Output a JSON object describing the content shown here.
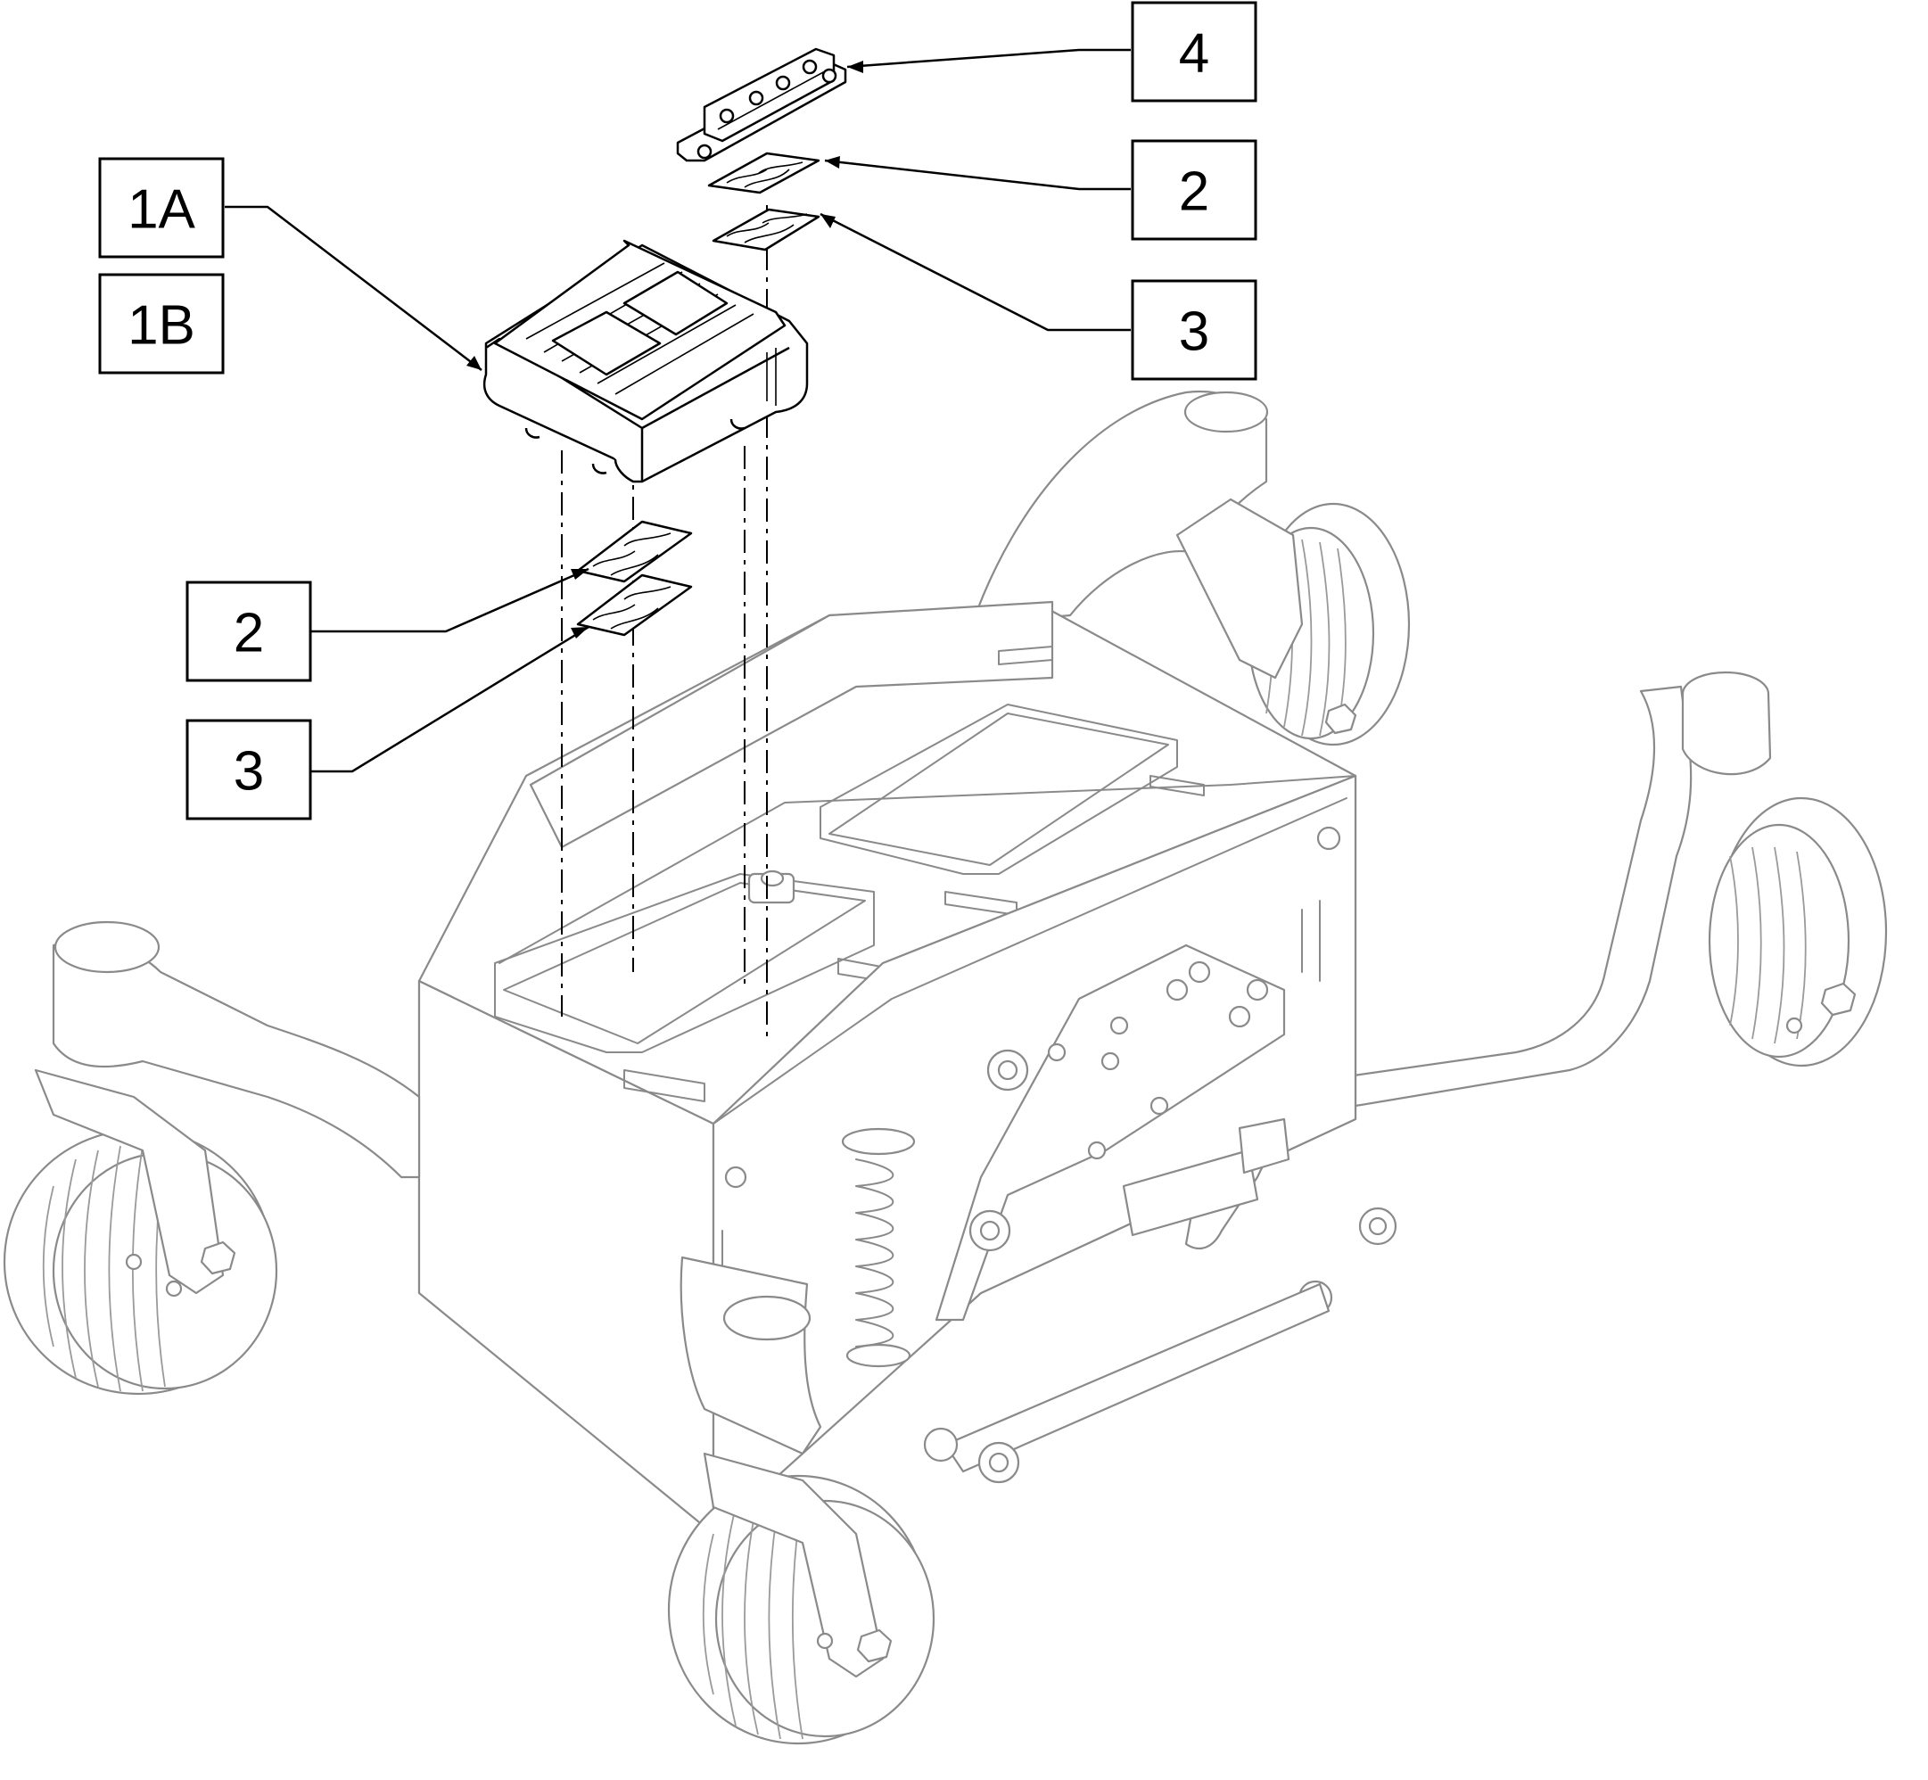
{
  "callouts": [
    {
      "id": "4",
      "label": "4"
    },
    {
      "id": "2-top",
      "label": "2"
    },
    {
      "id": "3-top",
      "label": "3"
    },
    {
      "id": "1A",
      "label": "1A"
    },
    {
      "id": "1B",
      "label": "1B"
    },
    {
      "id": "2-bottom",
      "label": "2"
    },
    {
      "id": "3-bottom",
      "label": "3"
    }
  ],
  "colors": {
    "ink": "#000000",
    "frame": "#8a8a8a",
    "background": "#ffffff"
  }
}
